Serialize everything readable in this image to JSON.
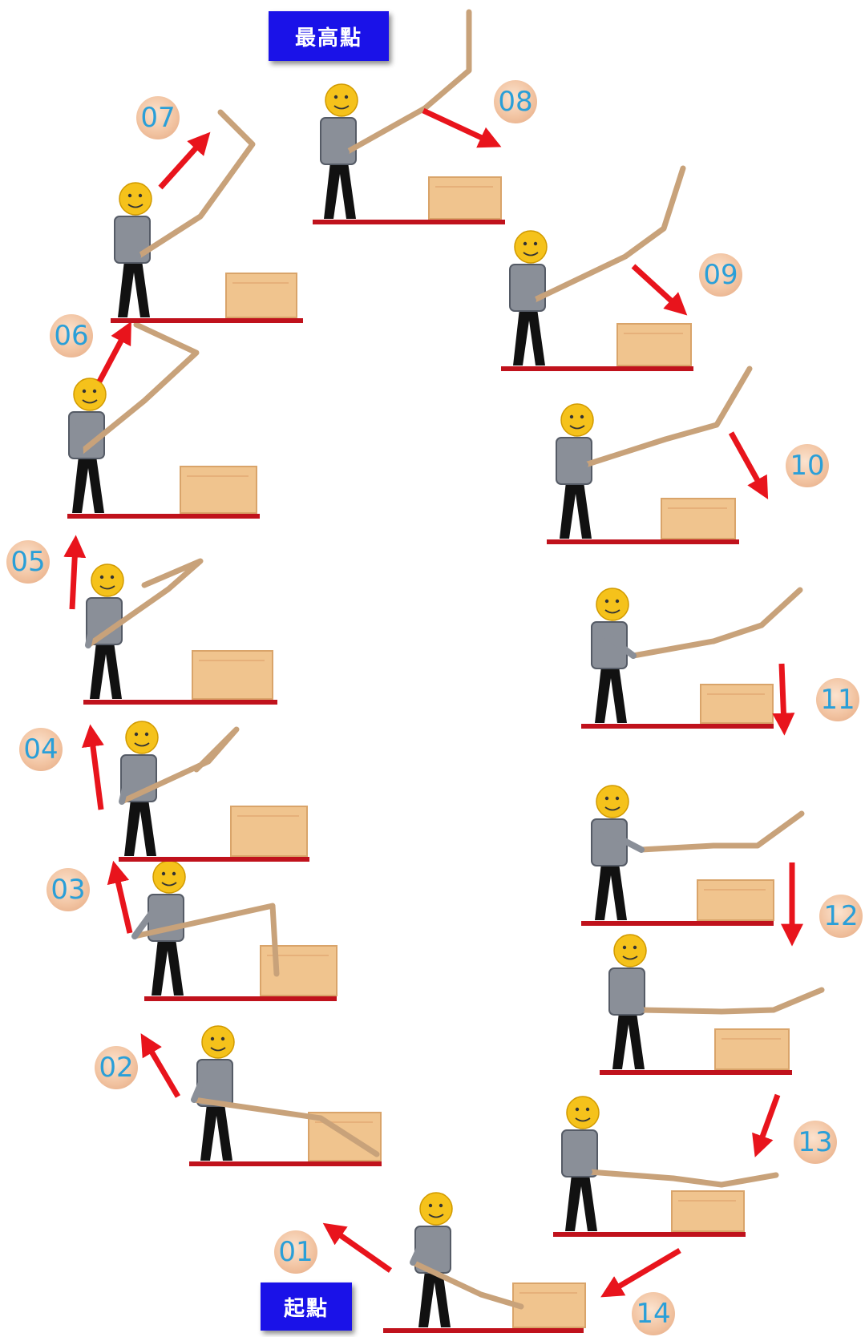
{
  "labels": {
    "top": "最高點",
    "start": "起點"
  },
  "steps": [
    "01",
    "02",
    "03",
    "04",
    "05",
    "06",
    "07",
    "08",
    "09",
    "10",
    "11",
    "12",
    "13",
    "14"
  ],
  "colors": {
    "label_bg": "#1a12e8",
    "label_text": "#ffffff",
    "step_text": "#2a9fd8",
    "arrow": "#e8141c",
    "ground": "#c0121c",
    "board": "#f0c48e",
    "stick": "#c8a27a",
    "face": "#f5c21b"
  }
}
